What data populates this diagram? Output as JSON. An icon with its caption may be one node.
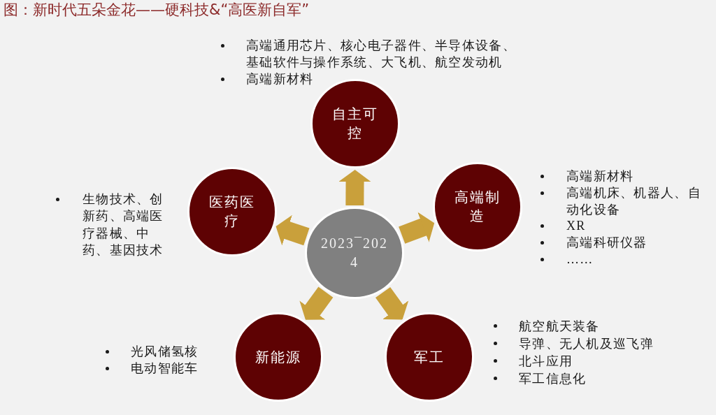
{
  "diagram": {
    "title": "图：新时代五朵金花——硬科技&“高医新自军”",
    "nodes": [
      {
        "text": [
          "自主可控"
        ],
        "beside": [
          "高端通用芯片、核心电子器件、半导体设备、基础软件与操作系统、大飞机、航空发动机",
          "高端新材料"
        ]
      },
      {
        "text": [
          "医药医疗"
        ],
        "beside": [
          "生物技术、创新药、高端医疗器械、中药、基因技术"
        ]
      },
      {
        "text": [
          "2023¯2024"
        ]
      },
      {
        "text": [
          "高端制造"
        ],
        "beside": [
          "高端新材料",
          "高端机床、机器人、自动化设备",
          "XR",
          "高端科研仪器",
          "……"
        ]
      },
      {
        "text": [
          "新能源"
        ],
        "beside": [
          "光风储氢核",
          "电动智能车"
        ]
      },
      {
        "text": [
          "军工"
        ],
        "beside": [
          "航空航天装备",
          "导弹、无人机及巡飞弹",
          "北斗应用",
          "军工信息化"
        ]
      }
    ],
    "edges": [
      {
        "from": 2,
        "to": 0,
        "arrow": "to"
      },
      {
        "from": 2,
        "to": 1,
        "arrow": "to"
      },
      {
        "from": 2,
        "to": 3,
        "arrow": "to"
      },
      {
        "from": 2,
        "to": 4,
        "arrow": "to"
      },
      {
        "from": 2,
        "to": 5,
        "arrow": "to"
      }
    ]
  }
}
